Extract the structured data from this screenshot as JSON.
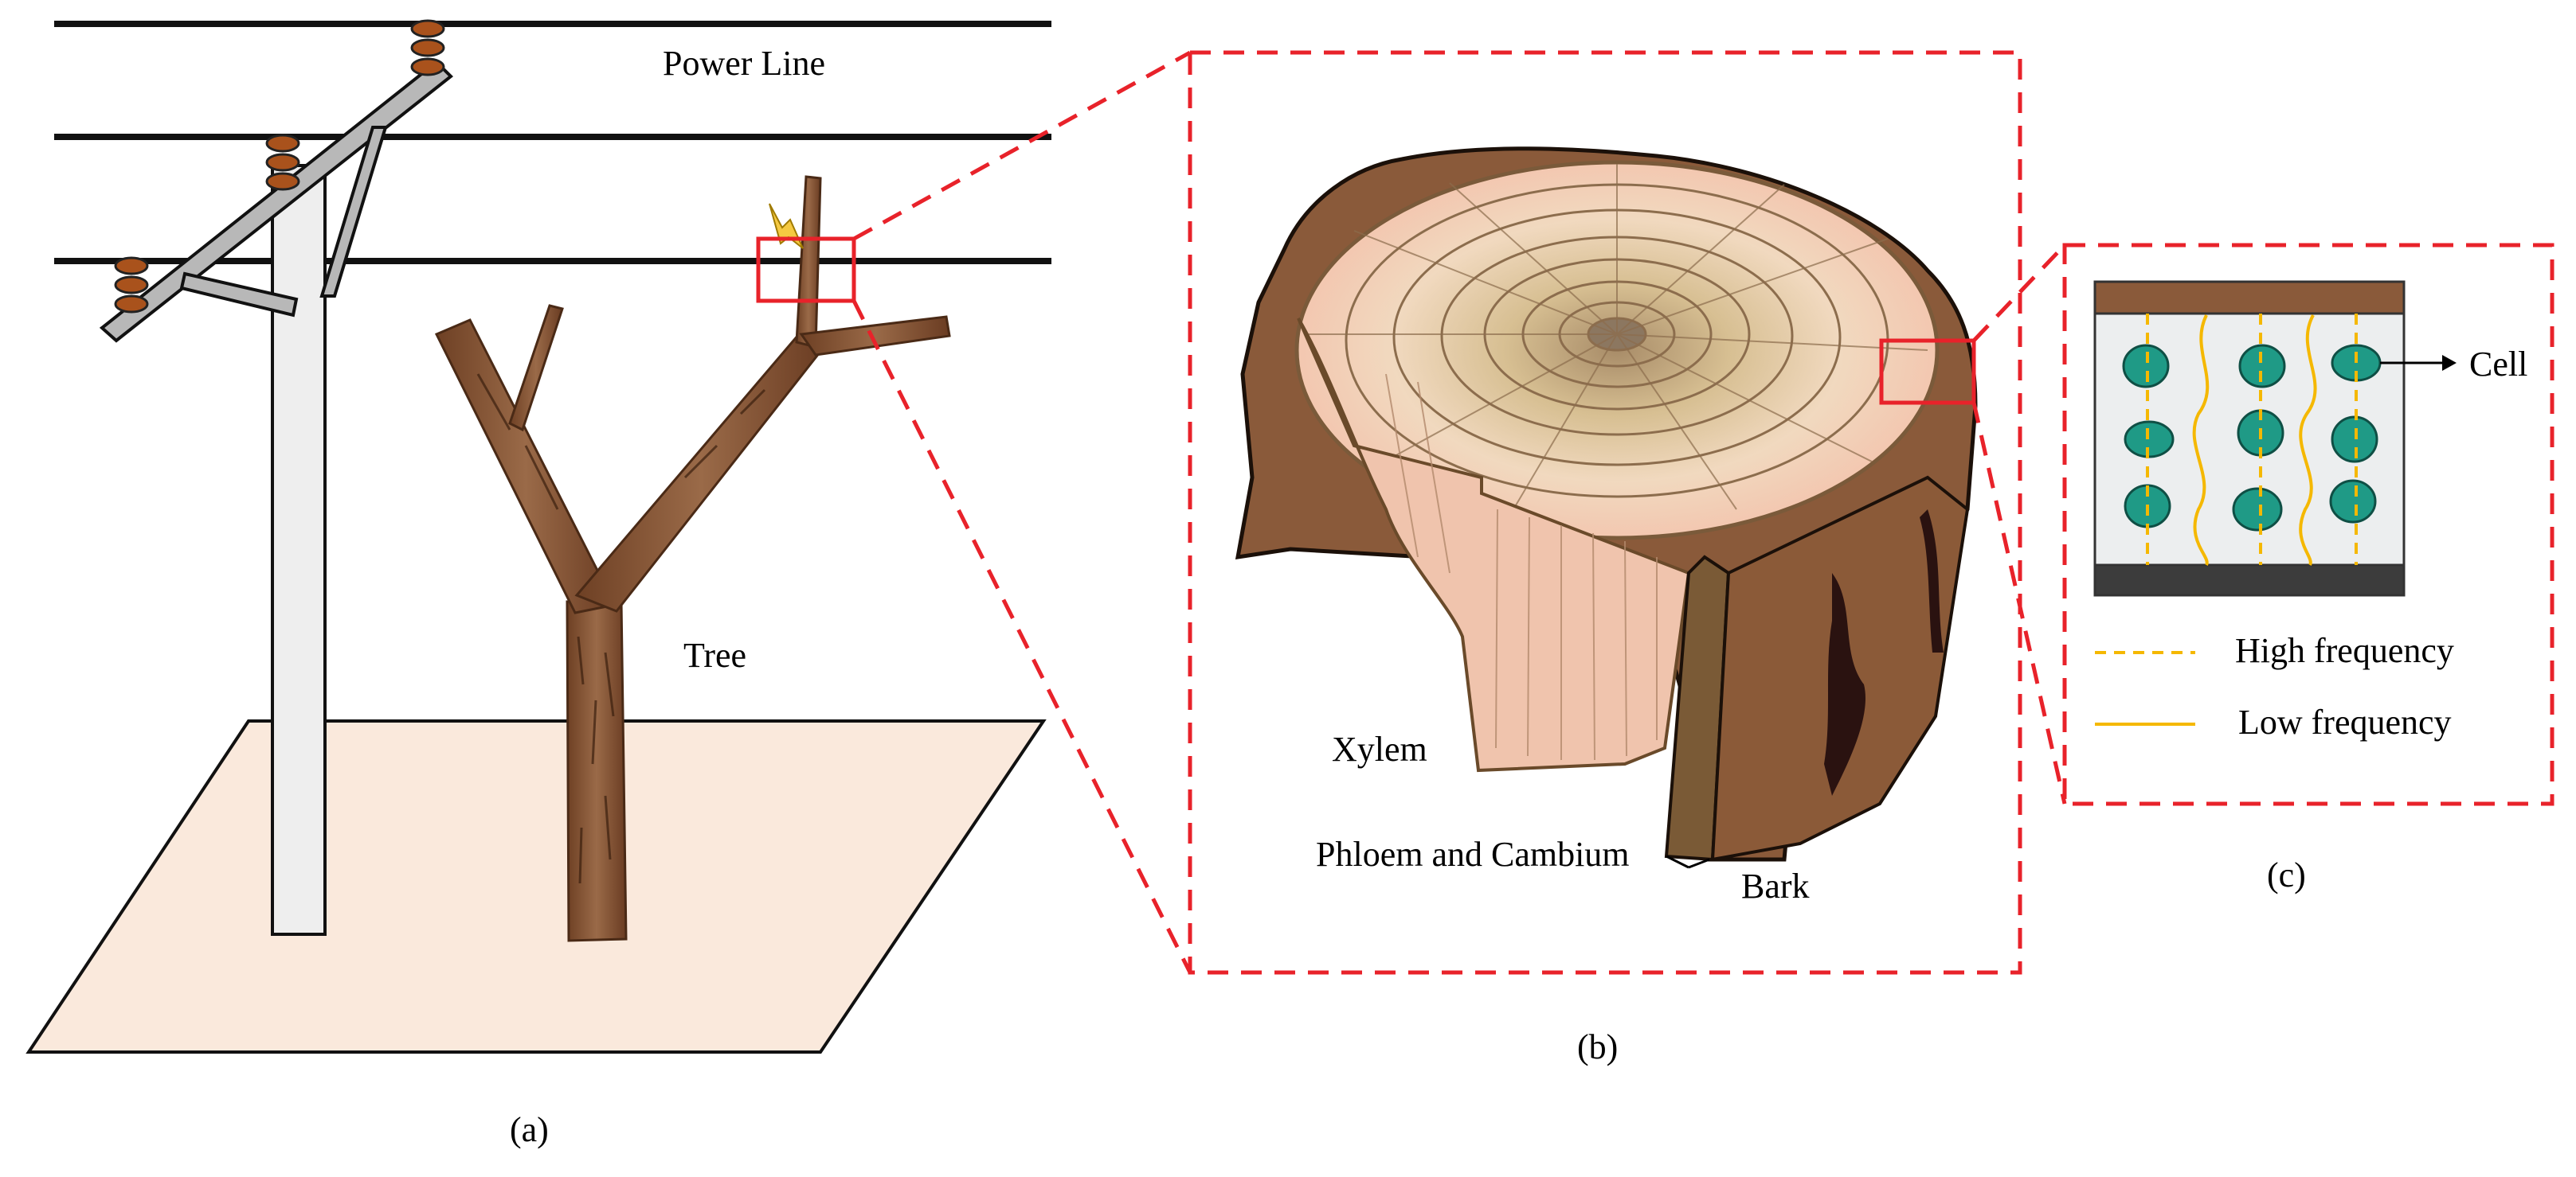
{
  "panel_a": {
    "power_line_label": "Power Line",
    "tree_label": "Tree",
    "caption": "(a)"
  },
  "panel_b": {
    "xylem_label": "Xylem",
    "phloem_cambium_label": "Phloem and Cambium",
    "bark_label": "Bark",
    "caption": "(b)"
  },
  "panel_c": {
    "cell_label": "Cell",
    "legend": {
      "high_frequency": "High frequency",
      "low_frequency": "Low frequency"
    },
    "caption": "(c)"
  },
  "colors": {
    "zoom_box": "#e8222a",
    "bark": "#8a5a3a",
    "xylem": "#f0c4ad",
    "ground": "#fae9dc",
    "cell": "#1f9a86",
    "current_line": "#f5b800"
  }
}
